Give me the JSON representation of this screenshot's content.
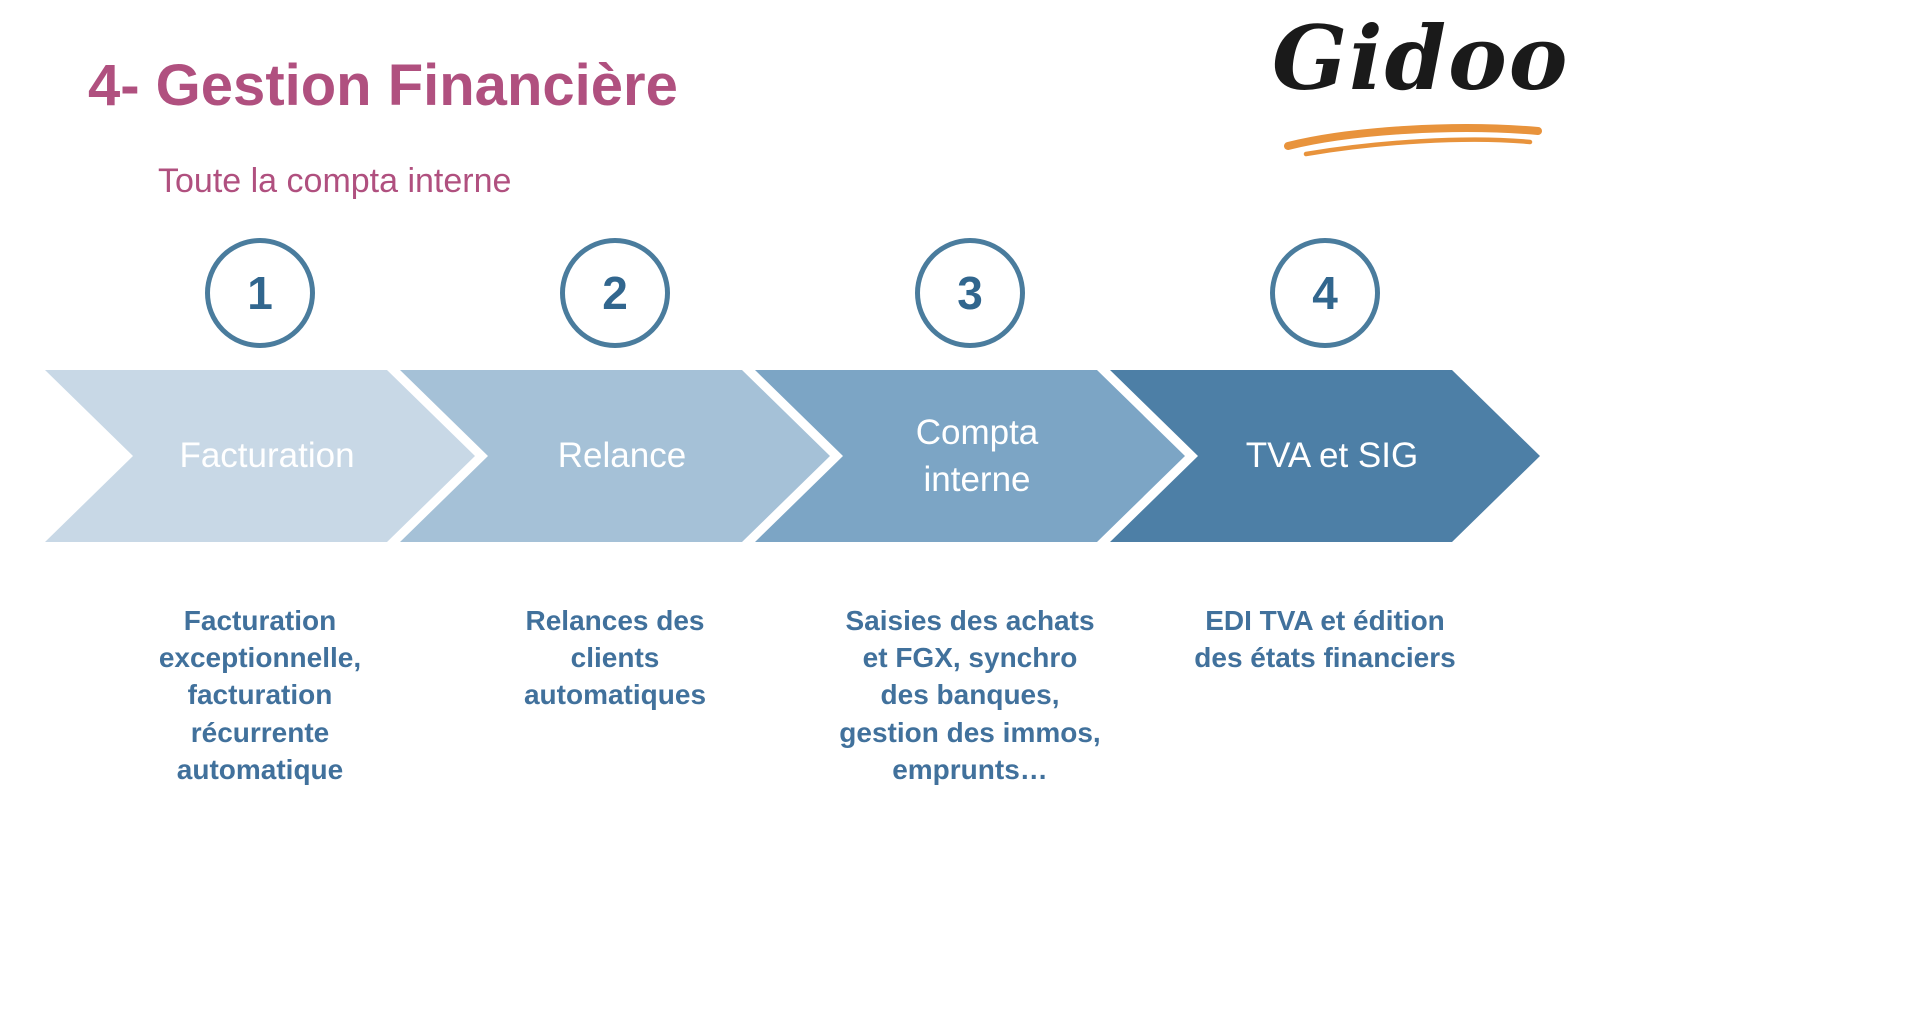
{
  "title": "4- Gestion Financière",
  "subtitle": "Toute la compta interne",
  "logo": {
    "text": "Gidoo"
  },
  "colors": {
    "title": "#b0507f",
    "subtitle": "#b0507f",
    "circle": "#4a7c9d",
    "number": "#31668e",
    "description_text": "#41719c",
    "logo_swoosh": "#e8933c"
  },
  "steps": [
    {
      "number": "1",
      "label": "Facturation",
      "description": "Facturation\nexceptionnelle,\nfacturation\nrécurrente\nautomatique",
      "color": "#c8d8e6"
    },
    {
      "number": "2",
      "label": "Relance",
      "description": "Relances des\nclients\nautomatiques",
      "color": "#a5c1d7"
    },
    {
      "number": "3",
      "label": "Compta\ninterne",
      "description": "Saisies des achats\net FGX, synchro\ndes banques,\ngestion des immos,\nemprunts…",
      "color": "#7ca5c5"
    },
    {
      "number": "4",
      "label": "TVA et SIG",
      "description": "EDI TVA et édition\ndes états financiers",
      "color": "#4d7fa6"
    }
  ]
}
